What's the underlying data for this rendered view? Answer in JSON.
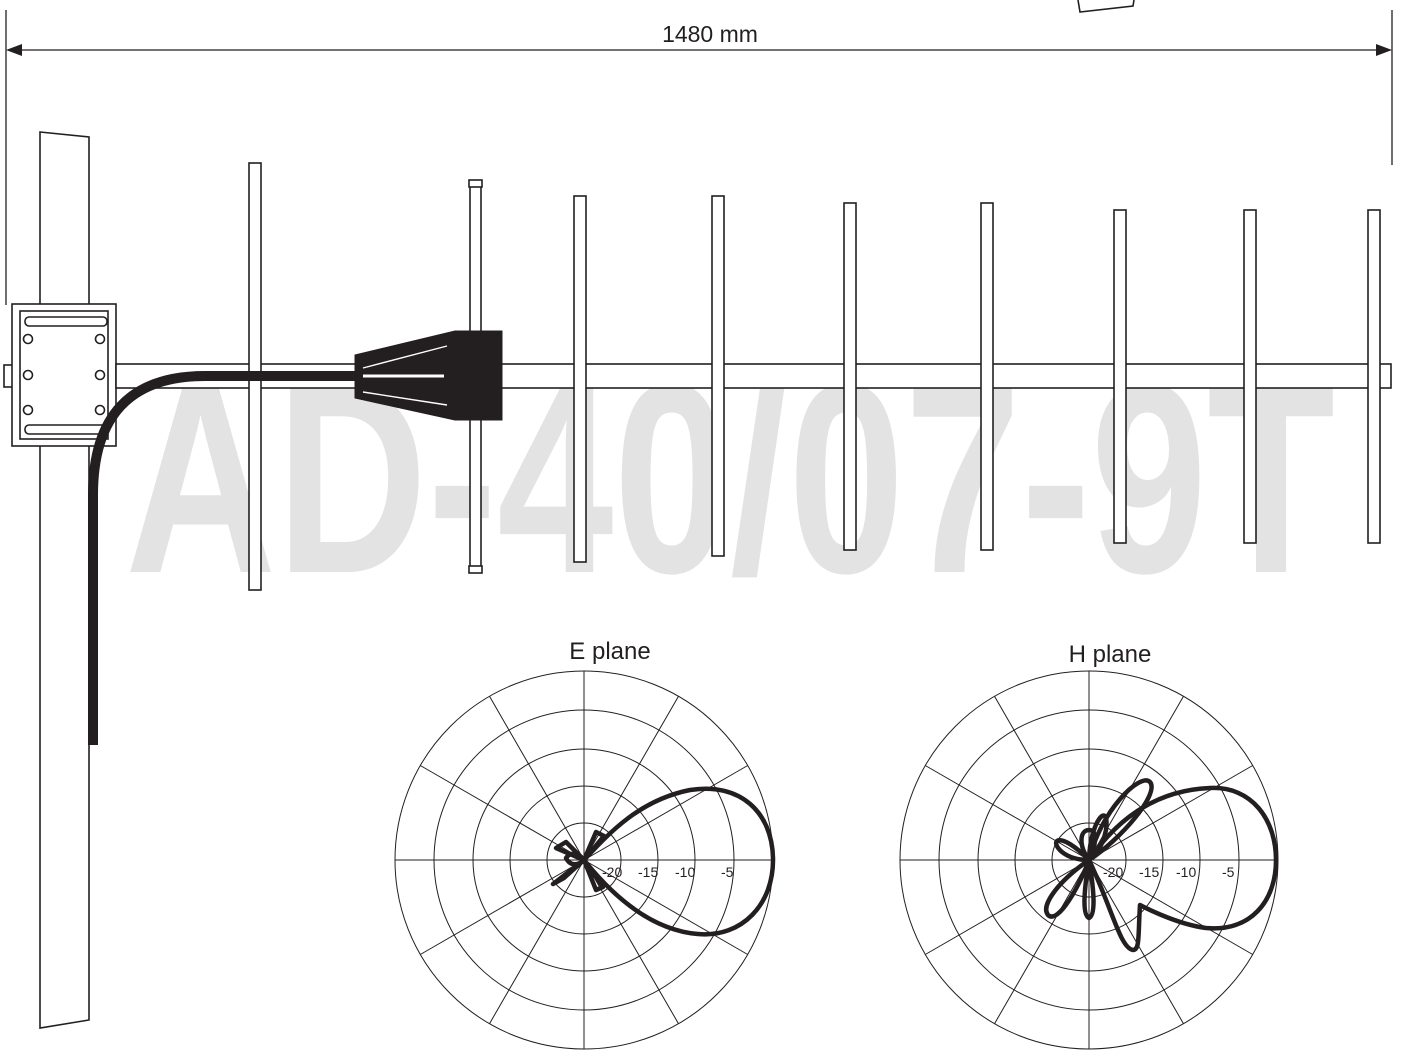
{
  "watermark": "AD-40/07-9T",
  "dimension": {
    "label": "1480 mm"
  },
  "patterns": [
    {
      "title": "E plane",
      "ring_labels": [
        "-20",
        "-15",
        "-10",
        "-5"
      ]
    },
    {
      "title": "H plane",
      "ring_labels": [
        "-20",
        "-15",
        "-10",
        "-5"
      ]
    }
  ],
  "colors": {
    "ink": "#231f20",
    "watermark": "#e3e3e3"
  }
}
